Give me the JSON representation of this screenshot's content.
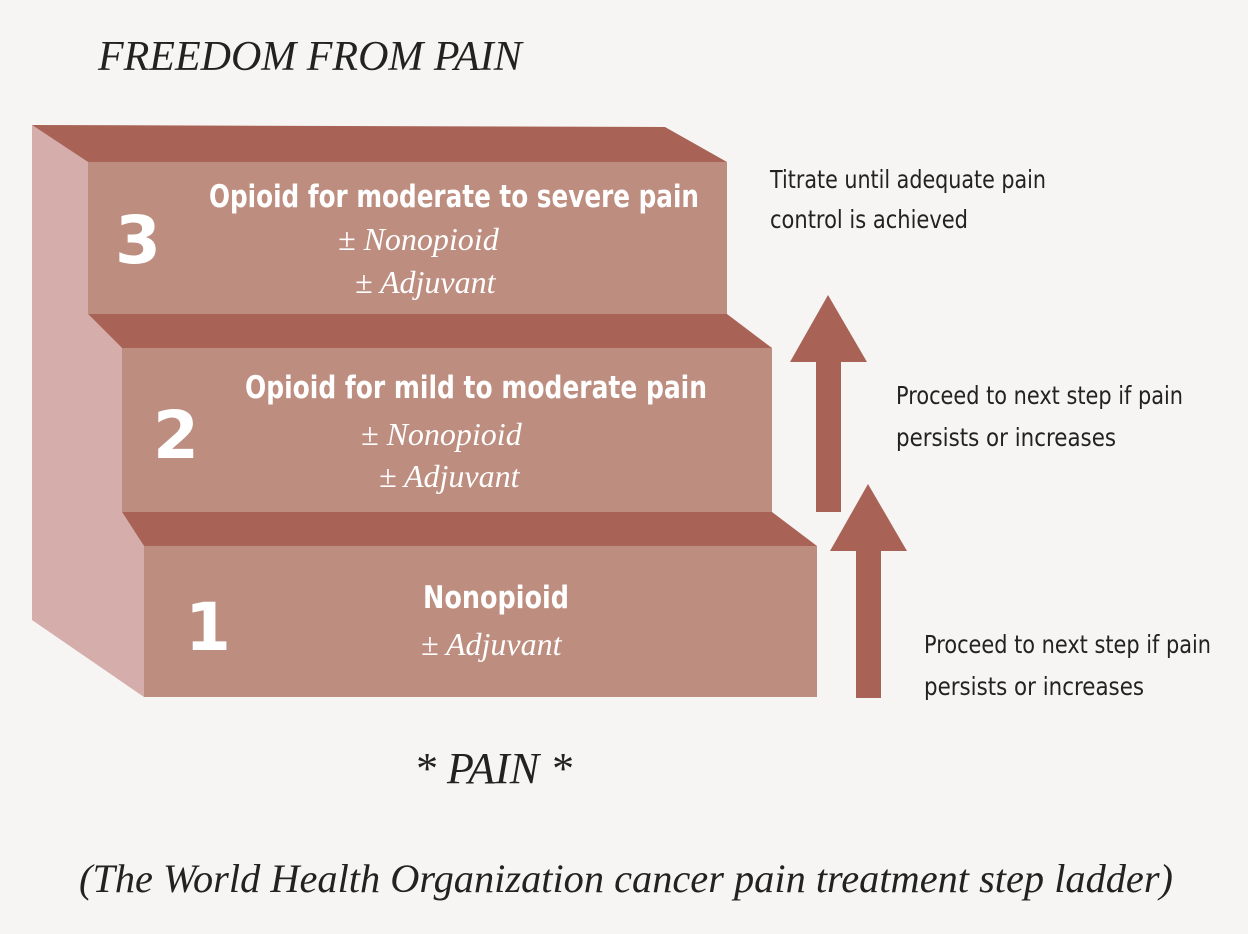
{
  "header": {
    "title": "FREEDOM FROM PAIN"
  },
  "steps": [
    {
      "number": "1",
      "main": "Nonopioid",
      "adjuncts": [
        "± Adjuvant"
      ]
    },
    {
      "number": "2",
      "main": "Opioid for mild to moderate pain",
      "adjuncts": [
        "± Nonopioid",
        "± Adjuvant"
      ]
    },
    {
      "number": "3",
      "main": "Opioid for moderate to severe pain",
      "adjuncts": [
        "± Nonopioid",
        "± Adjuvant"
      ]
    }
  ],
  "notes": {
    "top_line1": "Titrate until adequate pain",
    "top_line2": "control is achieved",
    "mid_line1": "Proceed to next step if pain",
    "mid_line2": "persists or increases",
    "low_line1": "Proceed to next step if pain",
    "low_line2": "persists or increases"
  },
  "footer": {
    "pain_label": "* PAIN *",
    "caption": "(The World Health Organization cancer pain treatment step ladder)"
  },
  "colors": {
    "background": "#f6f5f3",
    "step_front": "#bd8d7f",
    "step_top": "#a86356",
    "side": "#d5adaa",
    "arrow": "#a86356",
    "text_dark": "#222222",
    "text_light": "#ffffff"
  }
}
